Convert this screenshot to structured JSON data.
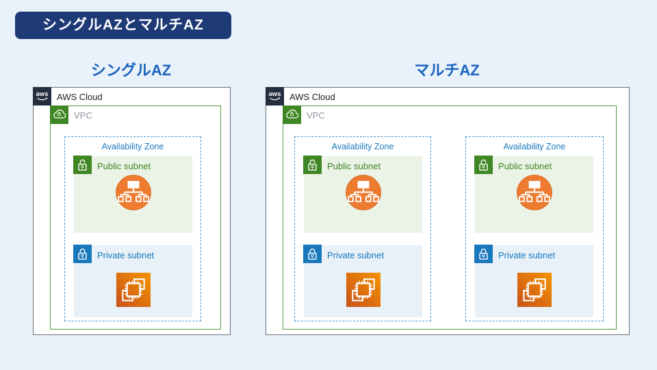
{
  "page": {
    "title_badge": "シングルAZとマルチAZ"
  },
  "diagrams": {
    "single": {
      "heading": "シングルAZ"
    },
    "multi": {
      "heading": "マルチAZ"
    }
  },
  "labels": {
    "aws_cloud": "AWS Cloud",
    "vpc": "VPC",
    "availability_zone": "Availability Zone",
    "public_subnet": "Public subnet",
    "private_subnet": "Private subnet"
  },
  "icons": {
    "aws_logo_text": "aws",
    "aws_logo": "aws-logo-icon",
    "vpc": "vpc-cloud-lock-icon",
    "public_subnet": "open-lock-icon",
    "private_subnet": "closed-lock-icon",
    "load_balancer": "load-balancer-icon",
    "ec2_instances": "ec2-instances-icon"
  },
  "colors": {
    "page_background": "#E9F1FA",
    "badge_background": "#1E3A76",
    "badge_text": "#FFFFFF",
    "heading_text": "#1A63BE",
    "aws_dark": "#232F3E",
    "cloud_border": "#697078",
    "vpc_green": "#3F8624",
    "vpc_border": "#4C9A3D",
    "vpc_label_gray": "#8C959D",
    "az_blue": "#1878BC",
    "az_dash": "#3E96D1",
    "public_subnet_bg": "#EBF2E6",
    "private_subnet_bg": "#E8F1F8",
    "elb_orange": "#ED7C31",
    "ec2_gradient_start": "#C8511B",
    "ec2_gradient_end": "#F59300"
  }
}
